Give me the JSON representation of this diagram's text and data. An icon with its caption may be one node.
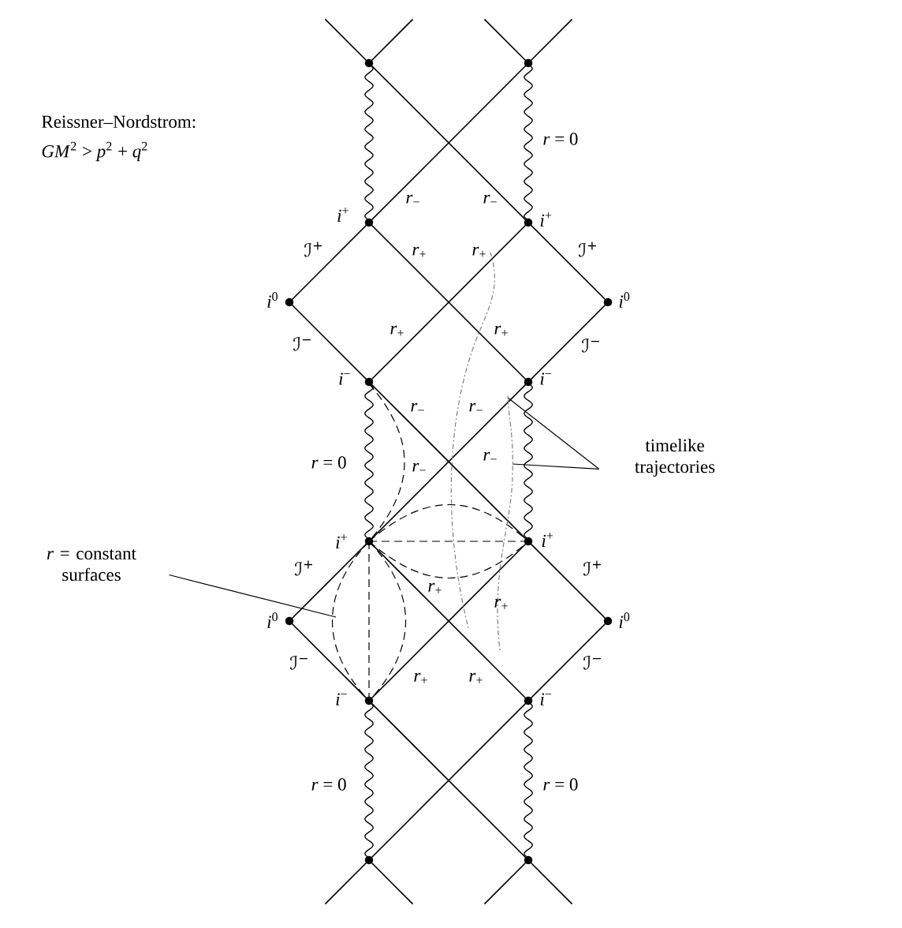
{
  "diagram": {
    "title": "Reissner–Nordstrom:",
    "nodes": [
      {
        "text": [
          "*r* = constant surfaces"
        ]
      },
      {
        "text": [
          "timelike trajectories"
        ]
      }
    ],
    "edges": [
      {
        "from": 0,
        "to": null,
        "arrow": "none"
      },
      {
        "from": 1,
        "to": null,
        "arrow": "none"
      },
      {
        "from": 1,
        "to": null,
        "arrow": "none"
      }
    ],
    "labels": [
      "*GM*$^{2}$ > *p*$^{2}$ + *q*$^{2}$",
      "*r* = 0",
      "*r*$_{−}$",
      "*r*$_{−}$",
      "*i*$^{+}$",
      "*i*$^{+}$",
      "ℐ$^{+}$",
      "*r*$_{+}$",
      "*r*$_{+}$",
      "ℐ$^{+}$",
      "*i*$^{0}$",
      "*i*$^{0}$",
      "*r*$_{+}$",
      "*r*$_{+}$",
      "ℐ$^{−}$",
      "ℐ$^{−}$",
      "*i*$^{−}$",
      "*i*$^{−}$",
      "*r*$_{−}$",
      "*r*$_{−}$",
      "*r* = 0",
      "*r*$_{−}$",
      "*r*$_{−}$",
      "*i*$^{+}$",
      "*i*$^{+}$",
      "ℐ$^{+}$",
      "*r*$_{+}$",
      "*r*$_{+}$",
      "ℐ$^{+}$",
      "*i*$^{0}$",
      "*i*$^{0}$",
      "ℐ$^{−}$",
      "*r*$_{+}$",
      "*r*$_{+}$",
      "ℐ$^{−}$",
      "*i*$^{−}$",
      "*i*$^{−}$",
      "*r* = 0",
      "*r* = 0"
    ]
  }
}
